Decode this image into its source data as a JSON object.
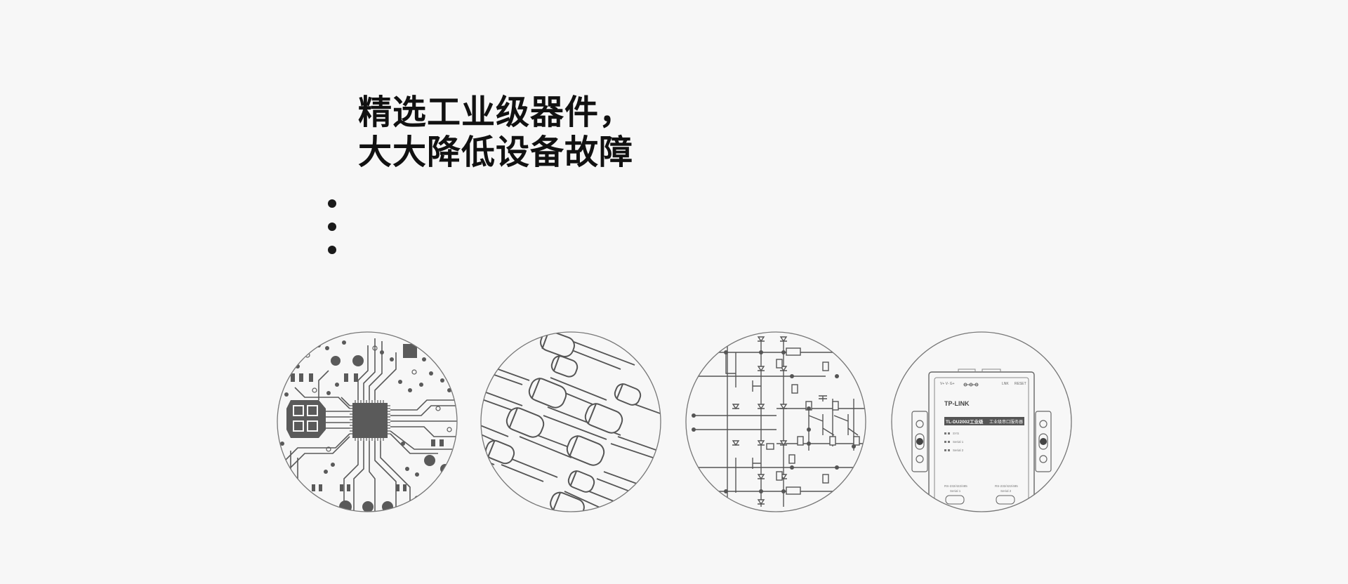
{
  "headline": {
    "line1": "精选工业级器件，",
    "line2": "大大降低设备故障"
  },
  "bullets": [
    "",
    "",
    ""
  ],
  "illustrations": [
    {
      "id": "pcb-chip"
    },
    {
      "id": "capacitors"
    },
    {
      "id": "circuit-schematic"
    },
    {
      "id": "device",
      "brand": "TP-LINK",
      "model": "TL-DU2002工业级",
      "description": "工业级串口服务器",
      "top_labels": [
        "LNK",
        "RESET"
      ],
      "led_labels": [
        "SYS",
        "Serial 1",
        "Serial 2"
      ],
      "port_labels": [
        "Serial 1",
        "Serial 2"
      ],
      "port_spec": "RS-232/422/485"
    }
  ],
  "colors": {
    "background": "#f7f7f7",
    "text": "#111111",
    "line": "#555555",
    "fill": "#5a5a5a"
  }
}
